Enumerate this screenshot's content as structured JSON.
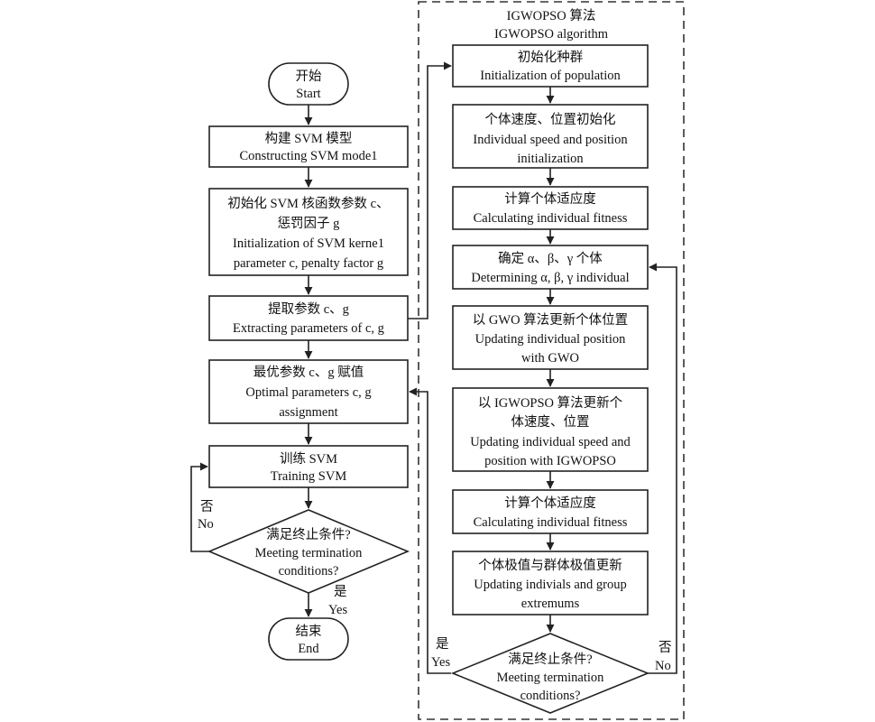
{
  "frame": {
    "title_cn": "IGWOPSO 算法",
    "title_en": "IGWOPSO algorithm"
  },
  "left": {
    "start": [
      "开始",
      "Start"
    ],
    "build": [
      "构建 SVM 模型",
      "Constructing SVM mode1"
    ],
    "init": [
      "初始化 SVM 核函数参数 c、",
      "惩罚因子 g",
      "Initialization of SVM kerne1",
      "parameter c, penalty factor g"
    ],
    "extract": [
      "提取参数 c、g",
      "Extracting parameters of c, g"
    ],
    "assign": [
      "最优参数 c、g 赋值",
      "Optimal parameters c, g",
      "assignment"
    ],
    "train": [
      "训练 SVM",
      "Training SVM"
    ],
    "decision": [
      "满足终止条件?",
      "Meeting termination",
      "conditions?"
    ],
    "end": [
      "结束",
      "End"
    ],
    "no_label": [
      "否",
      "No"
    ],
    "yes_label": [
      "是",
      "Yes"
    ]
  },
  "right": {
    "init_pop": [
      "初始化种群",
      "Initialization of population"
    ],
    "init_vel": [
      "个体速度、位置初始化",
      "Individual speed and position",
      "initialization"
    ],
    "fitness1": [
      "计算个体适应度",
      "Calculating individual fitness"
    ],
    "determine": [
      "确定 α、β、γ 个体",
      "Determining α, β, γ individual"
    ],
    "gwo": [
      "以 GWO 算法更新个体位置",
      "Updating individual position",
      "with GWO"
    ],
    "igwopso": [
      "以 IGWOPSO 算法更新个",
      "体速度、位置",
      "Updating individual speed and",
      "position with IGWOPSO"
    ],
    "fitness2": [
      "计算个体适应度",
      "Calculating individual fitness"
    ],
    "extremum": [
      "个体极值与群体极值更新",
      "Updating indivials and group",
      "extremums"
    ],
    "decision": [
      "满足终止条件?",
      "Meeting termination",
      "conditions?"
    ],
    "yes_label": [
      "是",
      "Yes"
    ],
    "no_label": [
      "否",
      "No"
    ]
  }
}
